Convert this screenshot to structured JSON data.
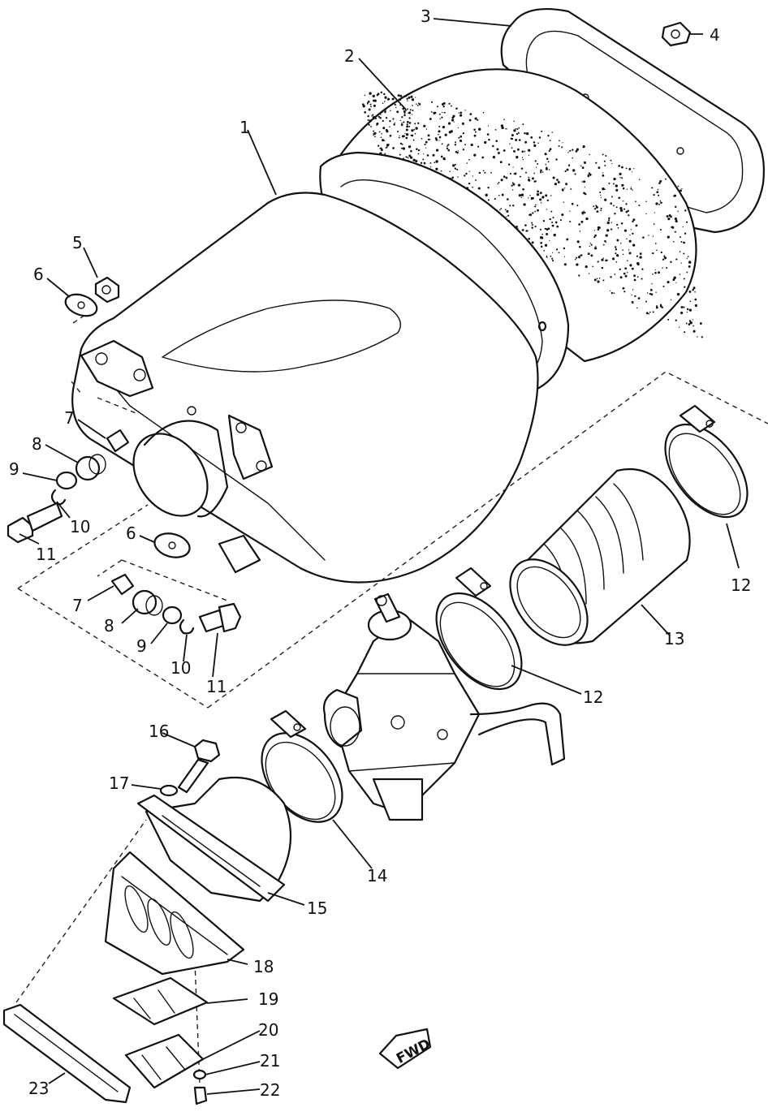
{
  "callouts": {
    "c1": "1",
    "c2": "2",
    "c3": "3",
    "c4": "4",
    "c5": "5",
    "c6a": "6",
    "c6b": "6",
    "c7a": "7",
    "c7b": "7",
    "c8a": "8",
    "c8b": "8",
    "c9a": "9",
    "c9b": "9",
    "c10a": "10",
    "c10b": "10",
    "c11a": "11",
    "c11b": "11",
    "c12a": "12",
    "c12b": "12",
    "c13": "13",
    "c14": "14",
    "c15": "15",
    "c16": "16",
    "c17": "17",
    "c18": "18",
    "c19": "19",
    "c20": "20",
    "c21": "21",
    "c22": "22",
    "c23": "23"
  },
  "fwd_label": "FWD",
  "speckle_color": "#111111"
}
